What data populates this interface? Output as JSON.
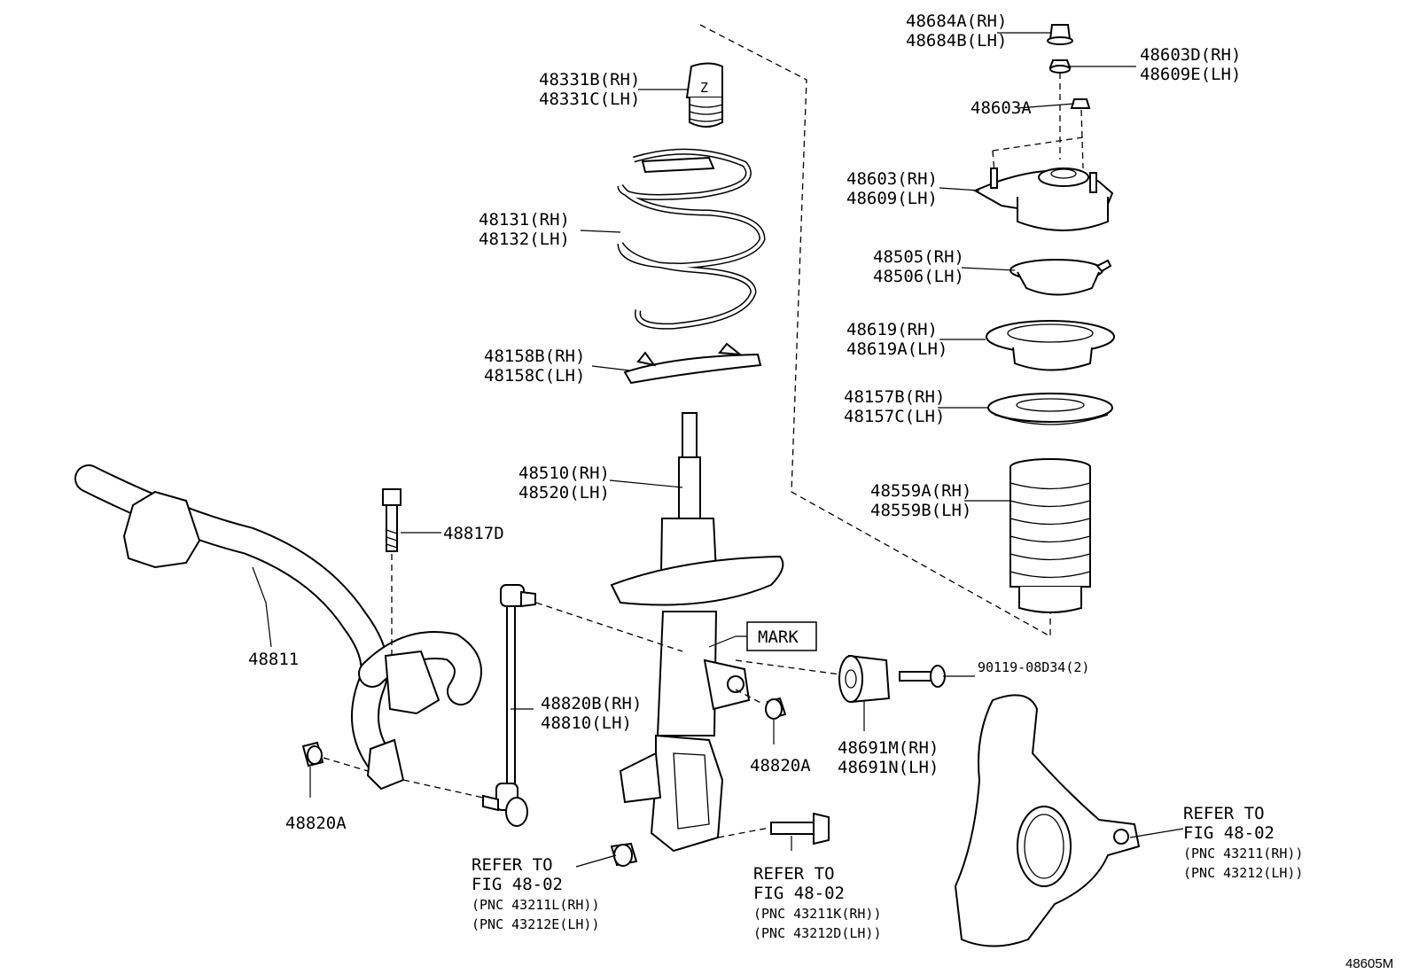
{
  "diagram": {
    "drawing_number": "48605M",
    "mark_callout": "MARK",
    "labels": {
      "p48684": [
        "48684A(RH)",
        "48684B(LH)"
      ],
      "p48603d": [
        "48603D(RH)",
        "48609E(LH)"
      ],
      "p48603a": [
        "48603A"
      ],
      "p48331": [
        "48331B(RH)",
        "48331C(LH)"
      ],
      "p48603": [
        "48603(RH)",
        "48609(LH)"
      ],
      "p48131": [
        "48131(RH)",
        "48132(LH)"
      ],
      "p48505": [
        "48505(RH)",
        "48506(LH)"
      ],
      "p48619": [
        "48619(RH)",
        "48619A(LH)"
      ],
      "p48158": [
        "48158B(RH)",
        "48158C(LH)"
      ],
      "p48157": [
        "48157B(RH)",
        "48157C(LH)"
      ],
      "p48510": [
        "48510(RH)",
        "48520(LH)"
      ],
      "p48559": [
        "48559A(RH)",
        "48559B(LH)"
      ],
      "p48817d": [
        "48817D"
      ],
      "p48811": [
        "48811"
      ],
      "p90119": [
        "90119-08D34(2)"
      ],
      "p48820b": [
        "48820B(RH)",
        "48810(LH)"
      ],
      "p48691": [
        "48691M(RH)",
        "48691N(LH)"
      ],
      "p48820a_mid": [
        "48820A"
      ],
      "p48820a_left": [
        "48820A"
      ]
    },
    "refers": {
      "ref1": [
        "REFER TO",
        "FIG 48-02",
        "(PNC 43211L(RH))",
        "(PNC 43212E(LH))"
      ],
      "ref2": [
        "REFER TO",
        "FIG 48-02",
        "(PNC 43211K(RH))",
        "(PNC 43212D(LH))"
      ],
      "ref3": [
        "REFER TO",
        "FIG 48-02",
        "(PNC 43211(RH))",
        "(PNC 43212(LH))"
      ]
    }
  }
}
